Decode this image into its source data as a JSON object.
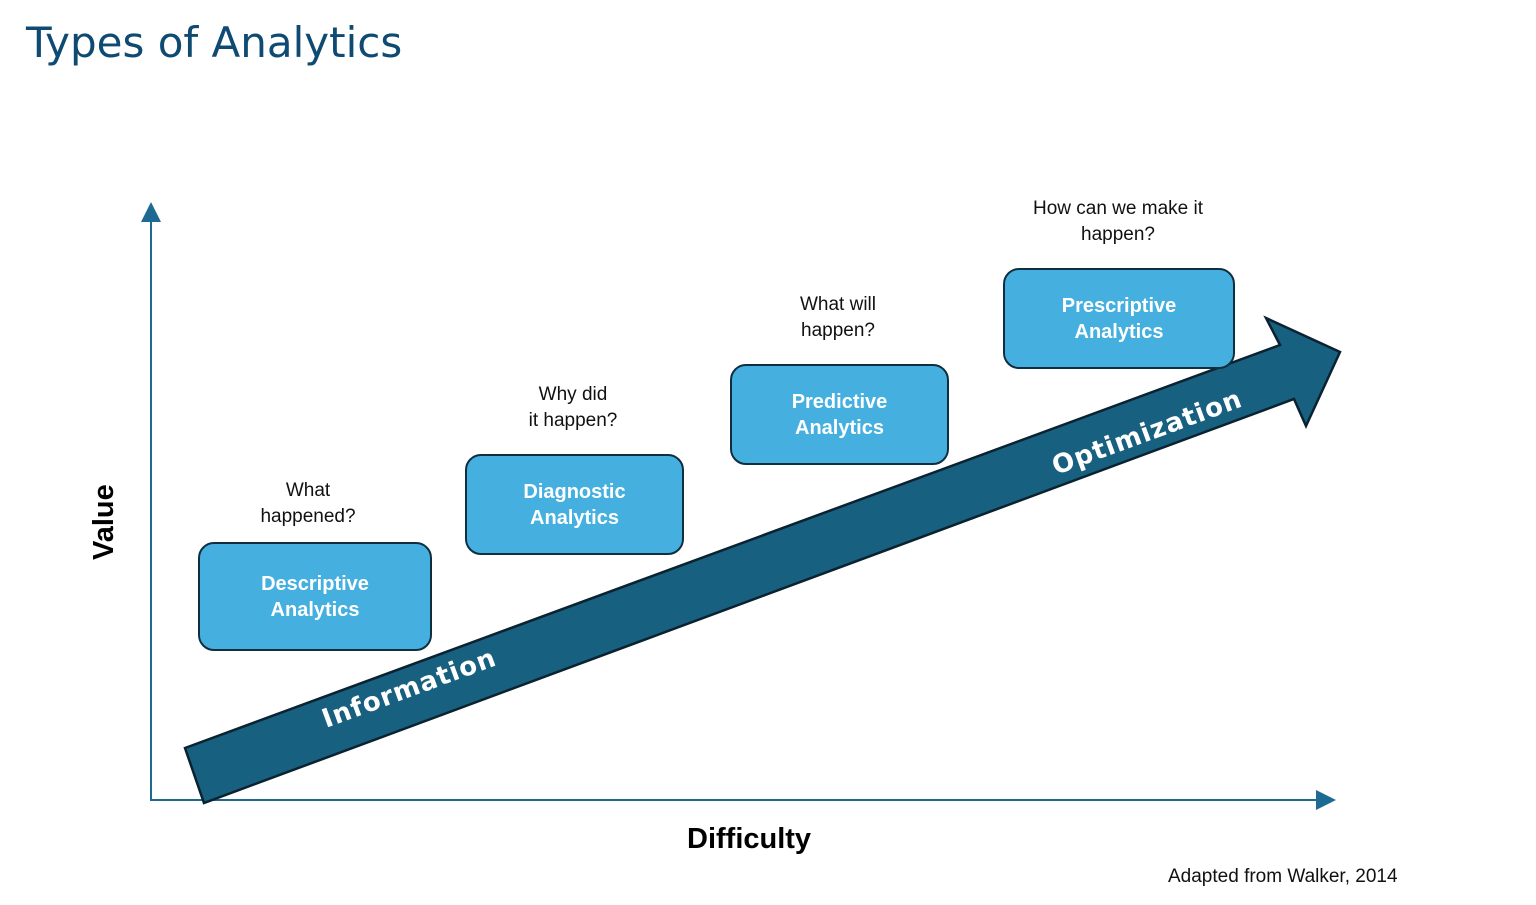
{
  "title": "Types of Analytics",
  "axes": {
    "y_label": "Value",
    "x_label": "Difficulty"
  },
  "arrow": {
    "start_label": "Information",
    "end_label": "Optimization",
    "color": "#17607f"
  },
  "stages": [
    {
      "name": "Descriptive\nAnalytics",
      "question": "What\nhappened?"
    },
    {
      "name": "Diagnostic\nAnalytics",
      "question": "Why did\nit happen?"
    },
    {
      "name": "Predictive\nAnalytics",
      "question": "What will\nhappen?"
    },
    {
      "name": "Prescriptive\nAnalytics",
      "question": "How can we make it\nhappen?"
    }
  ],
  "colors": {
    "title": "#0f4a73",
    "box_fill": "#45b0e0",
    "axis": "#1f6a93"
  },
  "source": "Adapted from Walker, 2014"
}
